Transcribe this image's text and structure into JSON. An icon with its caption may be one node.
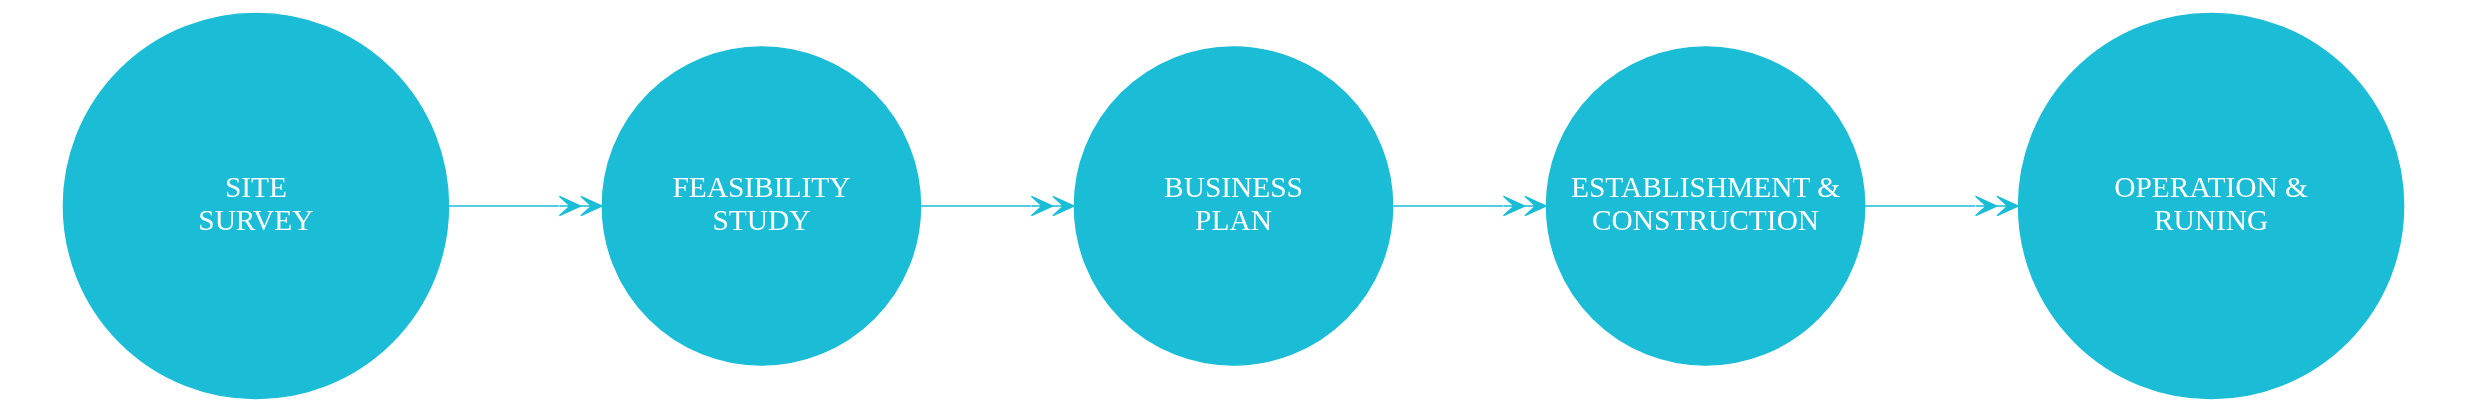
{
  "diagram": {
    "nodes": [
      {
        "text": [
          "SITE SURVEY"
        ]
      },
      {
        "text": [
          "FEASIBILITY STUDY"
        ]
      },
      {
        "text": [
          "BUSINESS PLAN"
        ]
      },
      {
        "text": [
          "ESTABLISHMENT & CONSTRUCTION"
        ]
      },
      {
        "text": [
          "OPERATION & RUNING"
        ]
      }
    ],
    "edges": [
      {
        "from": 0,
        "to": 1,
        "arrow": "to"
      },
      {
        "from": 1,
        "to": 2,
        "arrow": "to"
      },
      {
        "from": 2,
        "to": 3,
        "arrow": "to"
      },
      {
        "from": 3,
        "to": 4,
        "arrow": "to"
      }
    ]
  }
}
